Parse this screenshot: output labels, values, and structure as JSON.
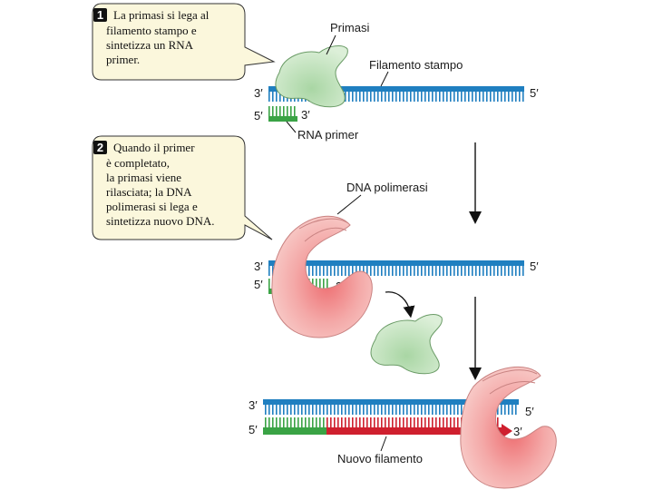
{
  "steps": [
    {
      "number": "1",
      "lines": [
        "La primasi si lega al",
        "filamento stampo e",
        "sintetizza un RNA",
        "primer."
      ]
    },
    {
      "number": "2",
      "lines": [
        "Quando il primer",
        "è completato,",
        "la primasi viene",
        "rilasciata; la DNA",
        "polimerasi si lega e",
        "sintetizza nuovo DNA."
      ]
    }
  ],
  "labels": {
    "primase": "Primasi",
    "template_strand": "Filamento stampo",
    "rna_primer": "RNA primer",
    "dna_polymerase": "DNA polimerasi",
    "new_strand": "Nuovo filamento",
    "end_3": "3′",
    "end_5": "5′"
  },
  "colors": {
    "template_strand": "#1f7fc0",
    "rna_primer": "#3aa345",
    "new_dna": "#cf1f2e",
    "primase_fill": "#cfe6c9",
    "polymerase_fill": "#f4b7b6",
    "callout_fill": "#fbf7dc"
  }
}
